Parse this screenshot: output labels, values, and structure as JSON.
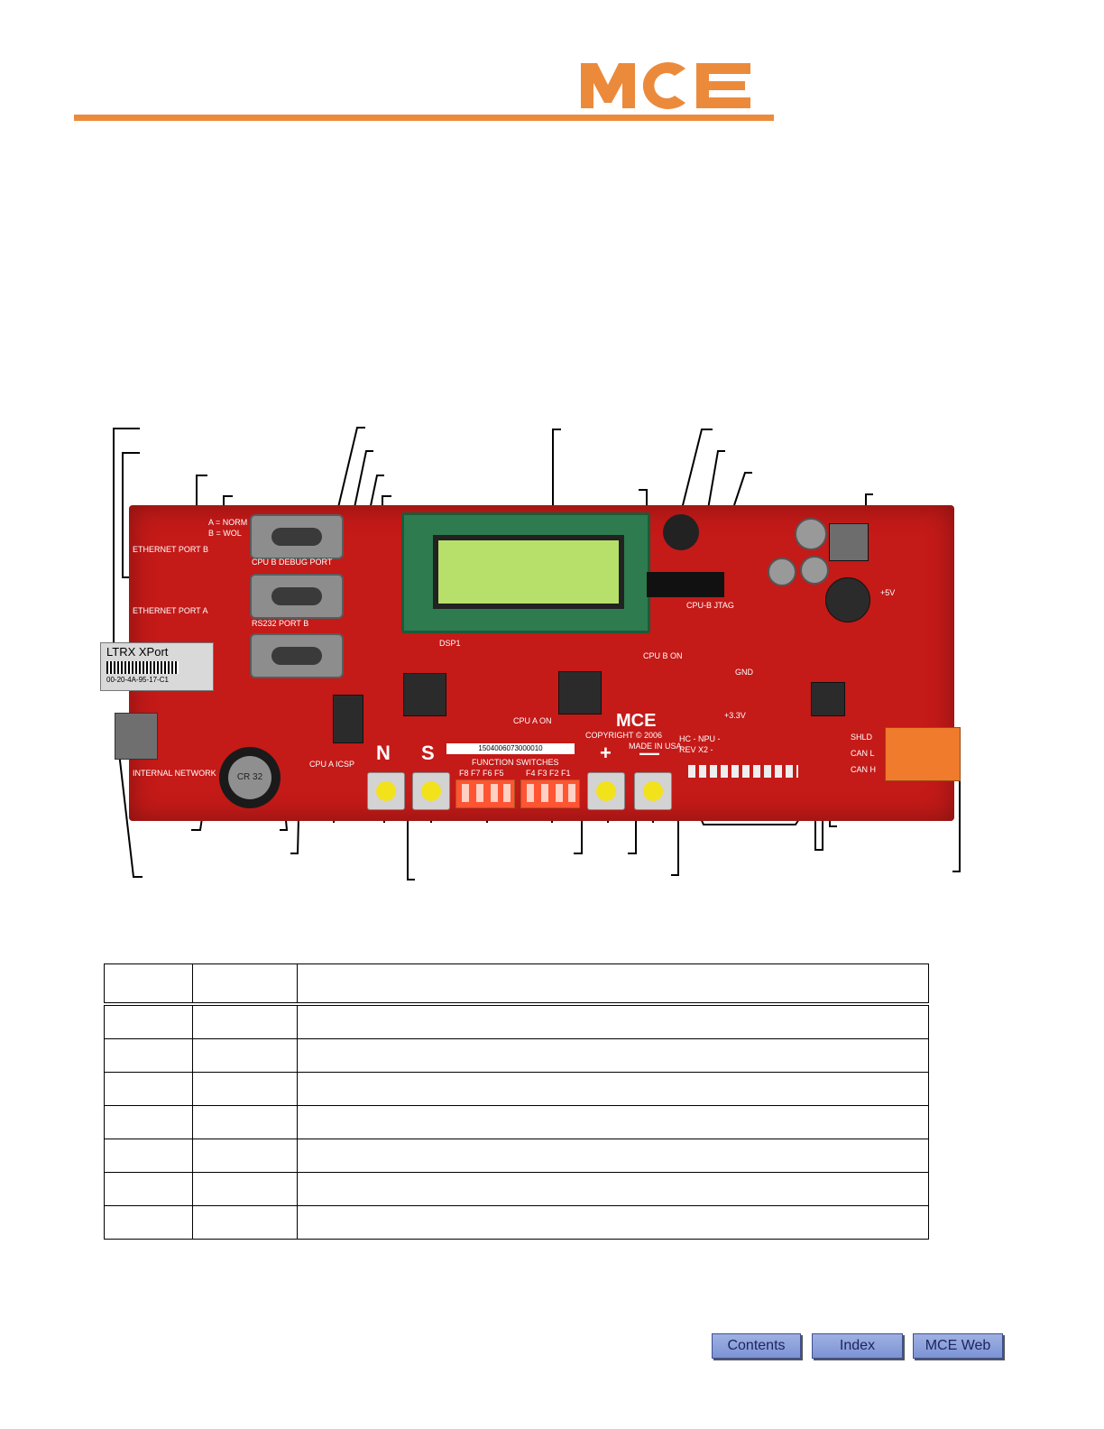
{
  "header": {
    "logo_text": "MCE",
    "brand_color": "#ec8a3c"
  },
  "board": {
    "xport_label": "LTRX XPort",
    "xport_mac": "00-20-4A-95-17-C1",
    "serial_number": "1504006073000010",
    "mini_logo": "MCE",
    "copyright": "COPYRIGHT © 2006",
    "made_in": "MADE IN USA",
    "hc_npu": "HC - NPU -",
    "rev": "REV X2 -",
    "function_switches": "FUNCTION SWITCHES",
    "func_left": "F8 F7 F6 F5",
    "func_right": "F4 F3 F2 F1",
    "ethernet_port_b": "ETHERNET PORT B",
    "ethernet_port_a": "ETHERNET PORT A",
    "internal_network": "INTERNAL NETWORK",
    "cpu_b_debug": "CPU B DEBUG PORT",
    "rs232_port_b": "RS232 PORT B",
    "cpu_a_icsp": "CPU A ICSP",
    "cpu_a_on": "CPU A ON",
    "cpu_b_on": "CPU B ON",
    "cpu_b_jtag": "CPU-B JTAG",
    "norm_wol_a": "A = NORM",
    "norm_wol_b": "B = WOL",
    "plus5": "+5V",
    "plus33": "+3.3V",
    "gnd": "GND",
    "dsp1": "DSP1",
    "key_n": "N",
    "key_s": "S",
    "key_plus": "+",
    "key_minus": "—",
    "battery": "CR 32",
    "can_shld": "SHLD",
    "can_l": "CAN L",
    "can_h": "CAN H"
  },
  "nav": {
    "contents": "Contents",
    "index": "Index",
    "mce_web": "MCE Web"
  }
}
